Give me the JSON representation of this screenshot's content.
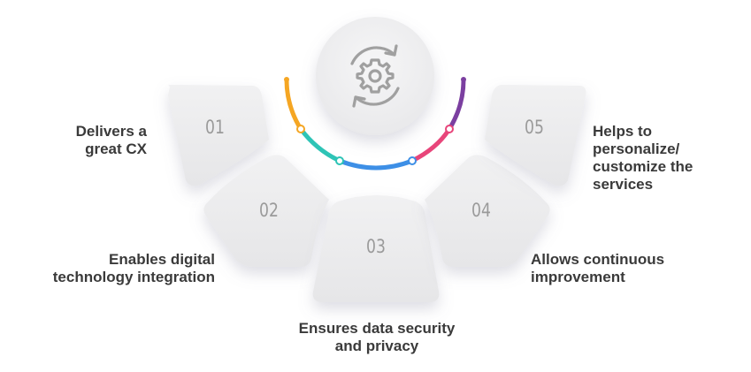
{
  "center_icon": "gear-sync-icon",
  "colors": {
    "arc_orange": "#f5a623",
    "arc_teal": "#2ec4b6",
    "arc_blue": "#3d8fe6",
    "arc_pink": "#e8457a",
    "arc_purple": "#7b3fa0",
    "card": "#ececed",
    "number": "#9a9a9a",
    "label": "#3a3a3a"
  },
  "items": [
    {
      "number": "01",
      "label": "Delivers a\ngreat CX"
    },
    {
      "number": "02",
      "label": "Enables digital\ntechnology integration"
    },
    {
      "number": "03",
      "label": "Ensures data security\nand privacy"
    },
    {
      "number": "04",
      "label": "Allows continuous\nimprovement"
    },
    {
      "number": "05",
      "label": "Helps to\npersonalize/\ncustomize the\nservices"
    }
  ]
}
